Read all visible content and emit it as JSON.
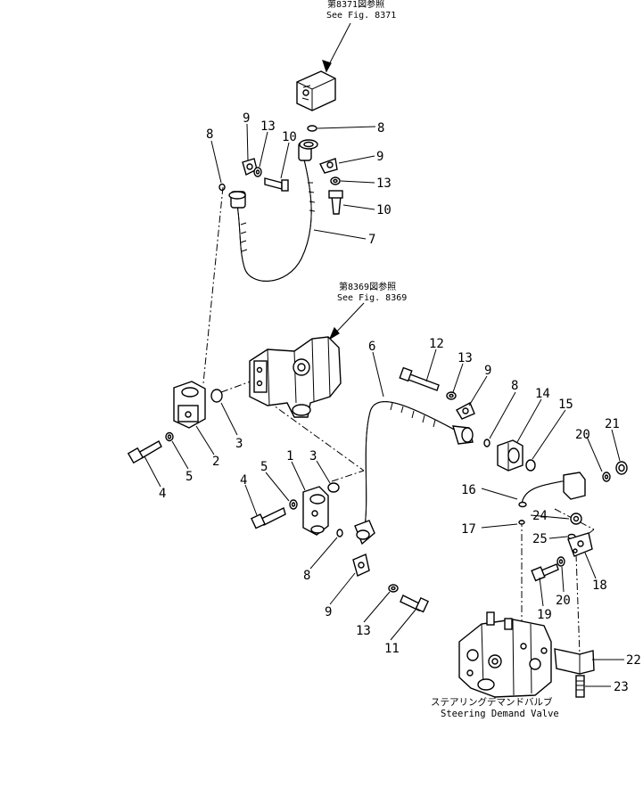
{
  "references": {
    "top_jp": "第8371図参照",
    "top_en": "See Fig. 8371",
    "mid_jp": "第8369図参照",
    "mid_en": "See Fig. 8369"
  },
  "valve_caption": {
    "jp": "ステアリングデマンドバルブ",
    "en": "Steering Demand Valve"
  },
  "callouts": [
    {
      "id": "c9a",
      "text": "9"
    },
    {
      "id": "c13a",
      "text": "13"
    },
    {
      "id": "c10a",
      "text": "10"
    },
    {
      "id": "c8a",
      "text": "8"
    },
    {
      "id": "c8b",
      "text": "8"
    },
    {
      "id": "c9b",
      "text": "9"
    },
    {
      "id": "c13b",
      "text": "13"
    },
    {
      "id": "c10b",
      "text": "10"
    },
    {
      "id": "c7",
      "text": "7"
    },
    {
      "id": "c6",
      "text": "6"
    },
    {
      "id": "c12",
      "text": "12"
    },
    {
      "id": "c13c",
      "text": "13"
    },
    {
      "id": "c9c",
      "text": "9"
    },
    {
      "id": "c8c",
      "text": "8"
    },
    {
      "id": "c14",
      "text": "14"
    },
    {
      "id": "c15",
      "text": "15"
    },
    {
      "id": "c21",
      "text": "21"
    },
    {
      "id": "c20a",
      "text": "20"
    },
    {
      "id": "c2",
      "text": "2"
    },
    {
      "id": "c3a",
      "text": "3"
    },
    {
      "id": "c5a",
      "text": "5"
    },
    {
      "id": "c4a",
      "text": "4"
    },
    {
      "id": "c1",
      "text": "1"
    },
    {
      "id": "c3b",
      "text": "3"
    },
    {
      "id": "c5b",
      "text": "5"
    },
    {
      "id": "c4b",
      "text": "4"
    },
    {
      "id": "c16",
      "text": "16"
    },
    {
      "id": "c24",
      "text": "24"
    },
    {
      "id": "c17",
      "text": "17"
    },
    {
      "id": "c25",
      "text": "25"
    },
    {
      "id": "c18",
      "text": "18"
    },
    {
      "id": "c8d",
      "text": "8"
    },
    {
      "id": "c9d",
      "text": "9"
    },
    {
      "id": "c13d",
      "text": "13"
    },
    {
      "id": "c11",
      "text": "11"
    },
    {
      "id": "c19",
      "text": "19"
    },
    {
      "id": "c20b",
      "text": "20"
    },
    {
      "id": "c22",
      "text": "22"
    },
    {
      "id": "c23",
      "text": "23"
    }
  ]
}
